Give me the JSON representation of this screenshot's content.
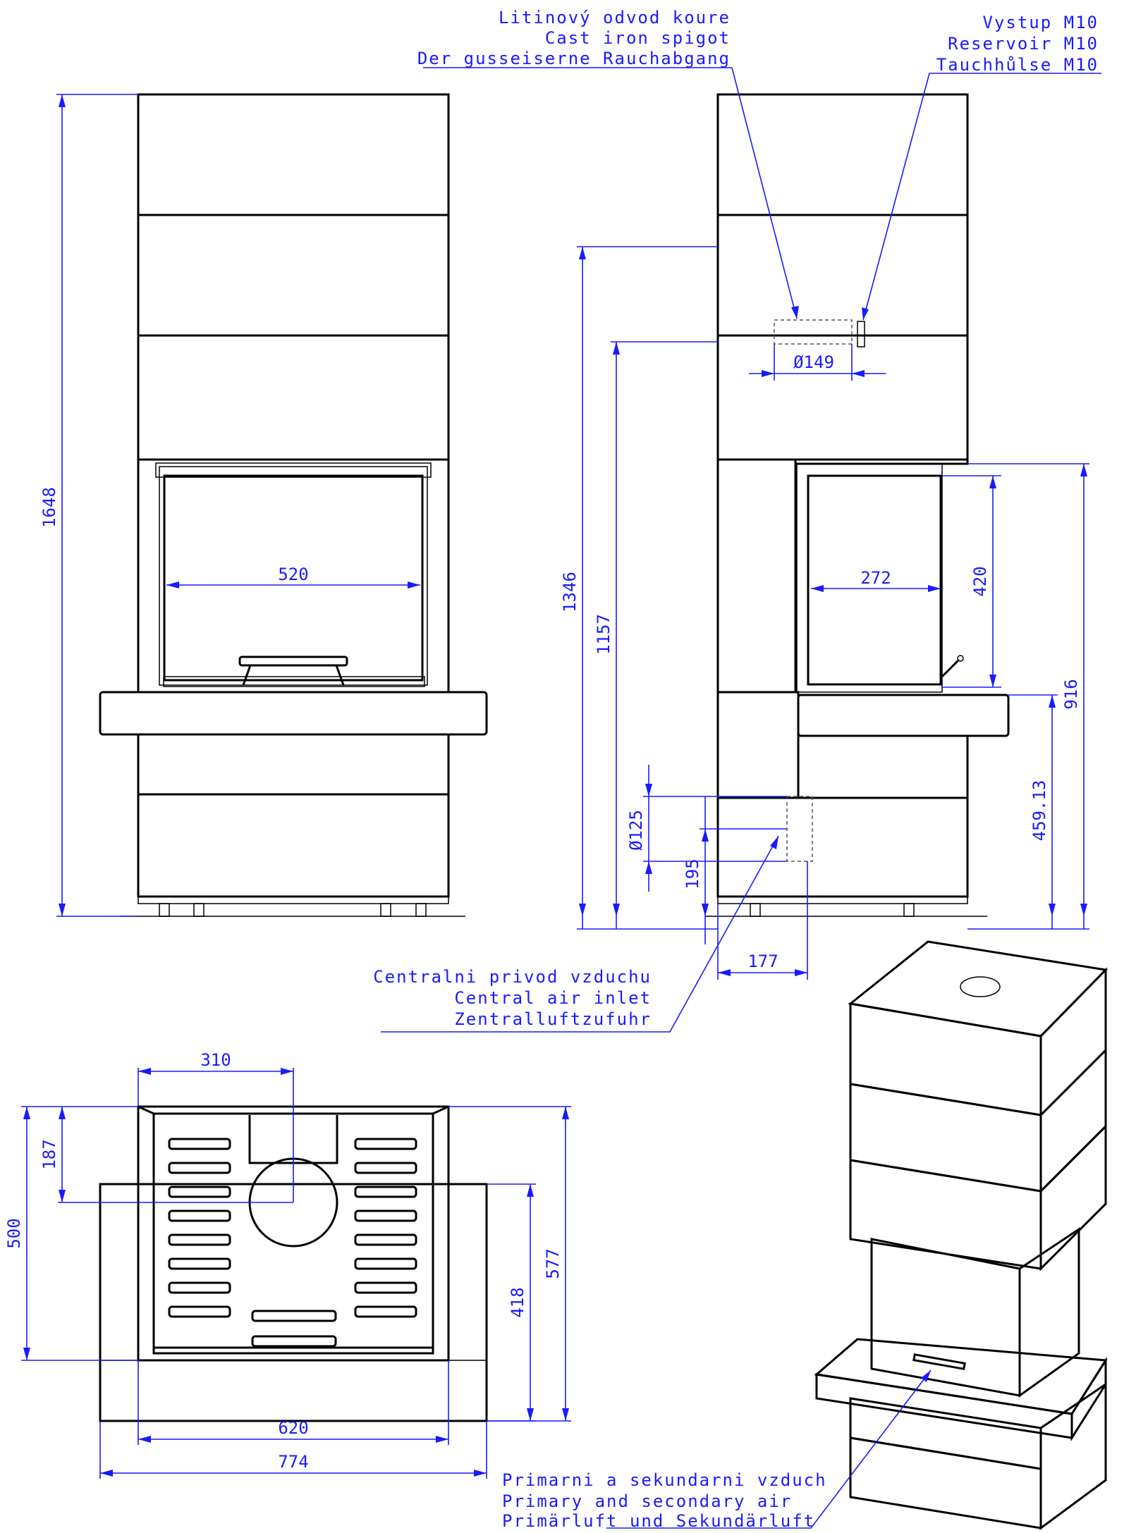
{
  "callouts": {
    "flue_spigot": [
      "Litinový odvod koure",
      "Cast iron spigot",
      "Der gusseiserne Rauchabgang"
    ],
    "reservoir": [
      "Vystup M10",
      "Reservoir M10",
      "Tauchhůlse M10"
    ],
    "central_air": [
      "Centralni privod vzduchu",
      "Central air inlet",
      "Zentralluftzufuhr"
    ],
    "primary_air": [
      "Primarni a sekundarni vzduch",
      "Primary and secondary air",
      "Primärluft und Sekundärluft"
    ]
  },
  "dimensions": {
    "total_height": "1648",
    "firebox_width_front": "520",
    "height_1346": "1346",
    "height_1157": "1157",
    "flue_diameter": "Ø149",
    "firebox_depth_side": "272",
    "firebox_height": "420",
    "height_916": "916",
    "height_459": "459.13",
    "air_inlet_diameter": "Ø125",
    "air_inlet_height": "195",
    "air_inlet_offset": "177",
    "top_310": "310",
    "top_187": "187",
    "top_500": "500",
    "top_418": "418",
    "top_577": "577",
    "top_620": "620",
    "top_774": "774"
  }
}
